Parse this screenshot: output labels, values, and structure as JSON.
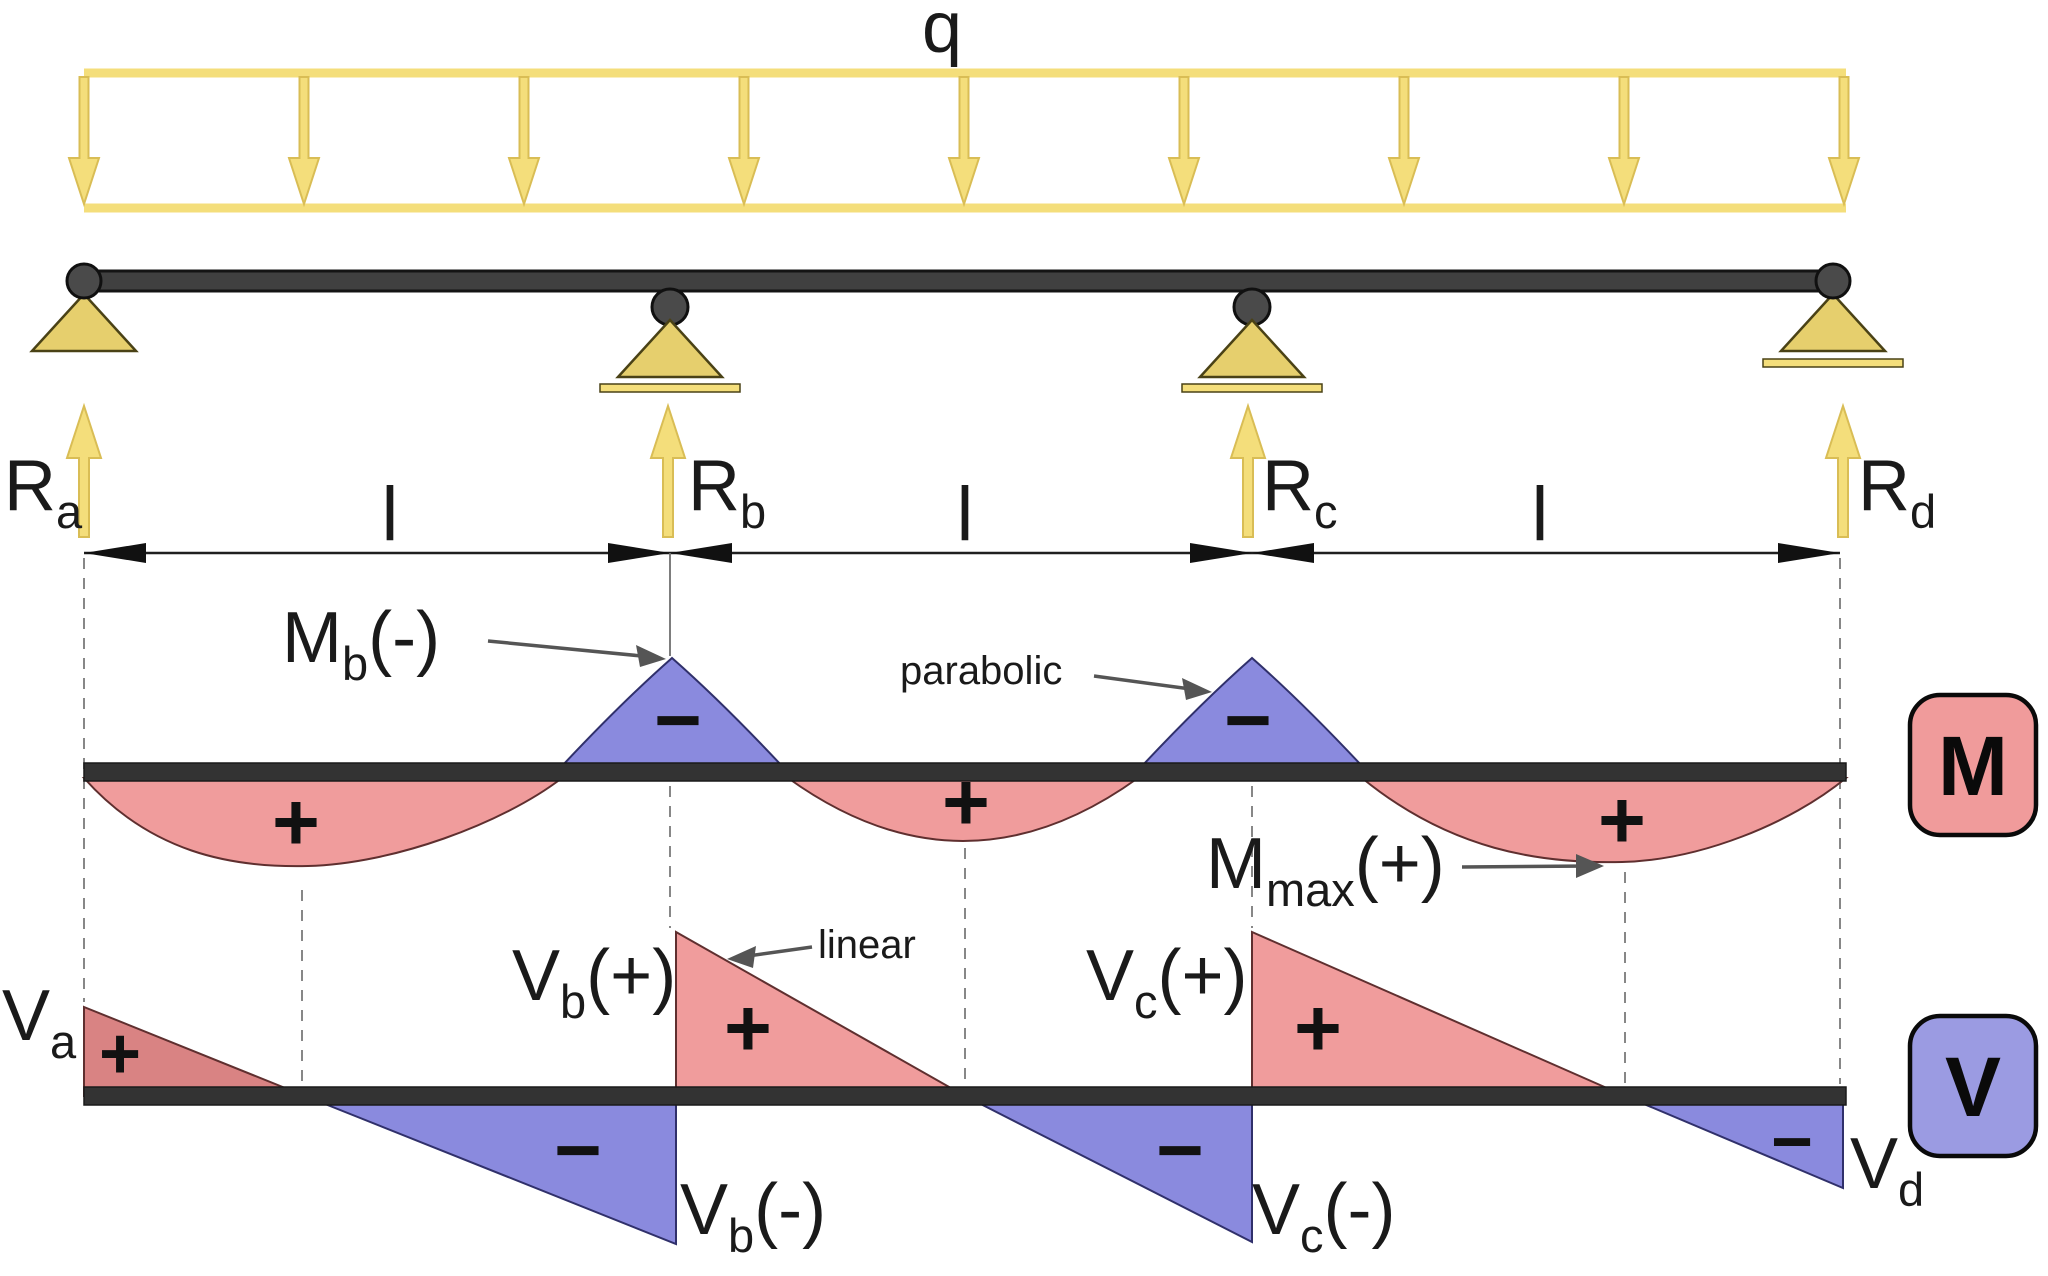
{
  "load": {
    "label": "q"
  },
  "dimensions": {
    "span_label": "l"
  },
  "reactions": {
    "a": {
      "symbol": "R",
      "sub": "a"
    },
    "b": {
      "symbol": "R",
      "sub": "b"
    },
    "c": {
      "symbol": "R",
      "sub": "c"
    },
    "d": {
      "symbol": "R",
      "sub": "d"
    }
  },
  "signs": {
    "plus": "+",
    "minus": "−"
  },
  "moment": {
    "badge": "M",
    "neg_b": {
      "symbol": "M",
      "sub": "b",
      "suffix": "(-)"
    },
    "max": {
      "symbol": "M",
      "sub": "max",
      "suffix": "(+)"
    },
    "note": "parabolic"
  },
  "shear": {
    "badge": "V",
    "a": {
      "symbol": "V",
      "sub": "a"
    },
    "b_pos": {
      "symbol": "V",
      "sub": "b",
      "suffix": "(+)"
    },
    "b_neg": {
      "symbol": "V",
      "sub": "b",
      "suffix": "(-)"
    },
    "c_pos": {
      "symbol": "V",
      "sub": "c",
      "suffix": "(+)"
    },
    "c_neg": {
      "symbol": "V",
      "sub": "c",
      "suffix": "(-)"
    },
    "d": {
      "symbol": "V",
      "sub": "d"
    },
    "note": "linear"
  },
  "colors": {
    "load-yellow": "#f4de7b",
    "load-edge": "#d9bd55",
    "support-yellow": "#e6cf6d",
    "support-border": "#4a4216",
    "pin-gray": "#4a4a4a",
    "beam-gray": "#404040",
    "diagram-bar": "#333333",
    "positive-red": "#f09c9c",
    "positive-red-dark": "#d98383",
    "negative-blue": "#8a8ade",
    "shape-edge-red": "#5f2f2f",
    "shape-edge-blue": "#30306b",
    "badge-red": "#f09b9b",
    "badge-blue": "#9b9be2",
    "annotation-gray": "#555555"
  }
}
